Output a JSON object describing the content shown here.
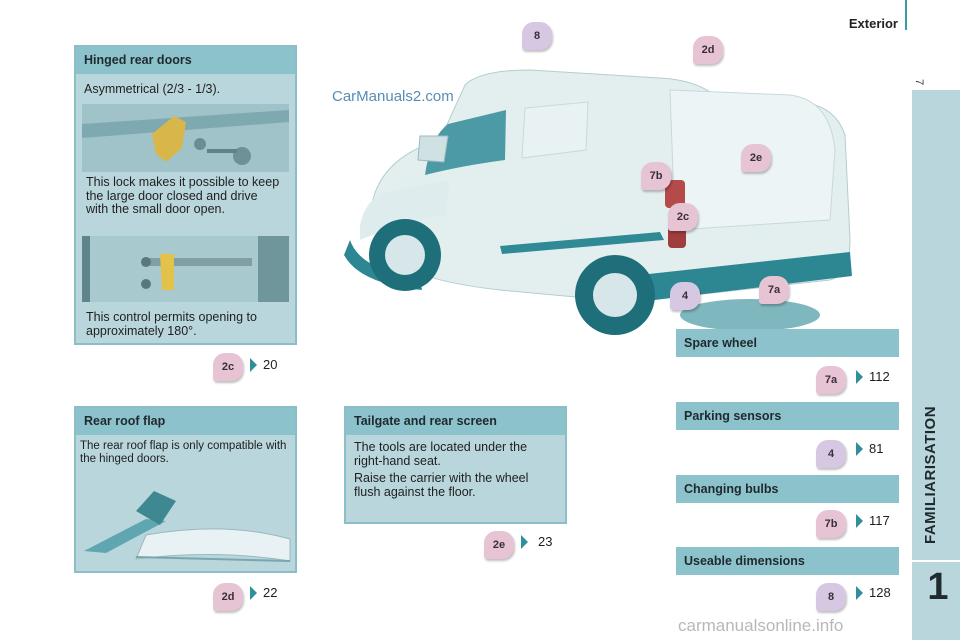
{
  "header": {
    "section": "Exterior",
    "page_number": "7"
  },
  "chapter": {
    "label": "FAMILIARISATION",
    "number": "1"
  },
  "watermark": "CarManuals2.com",
  "footer": {
    "watermark": "carmanualsonline.info"
  },
  "hinged_rear_doors": {
    "title": "Hinged rear doors",
    "intro": "Asymmetrical (2/3 - 1/3).",
    "lock_text": "This lock makes it possible to keep the large door closed and drive with the small door open.",
    "control_text": "This control permits opening to approximately 180°.",
    "badge": "2c",
    "page_ref": "20"
  },
  "rear_roof_flap": {
    "title": "Rear roof flap",
    "text": "The rear roof flap is only compatible with the hinged doors.",
    "badge": "2d",
    "page_ref": "22"
  },
  "tailgate": {
    "title": "Tailgate and rear screen",
    "text1": "The tools are located under the right-hand seat.",
    "text2": "Raise the carrier with the wheel flush against the floor.",
    "badge": "2e",
    "page_ref": "23"
  },
  "van_callouts": [
    "8",
    "2d",
    "2e",
    "7b",
    "2c",
    "7a",
    "4"
  ],
  "right_sections": [
    {
      "title": "Spare wheel",
      "badge": "7a",
      "page_ref": "112"
    },
    {
      "title": "Parking sensors",
      "badge": "4",
      "page_ref": "81"
    },
    {
      "title": "Changing bulbs",
      "badge": "7b",
      "page_ref": "117"
    },
    {
      "title": "Useable dimensions",
      "badge": "8",
      "page_ref": "128"
    }
  ]
}
